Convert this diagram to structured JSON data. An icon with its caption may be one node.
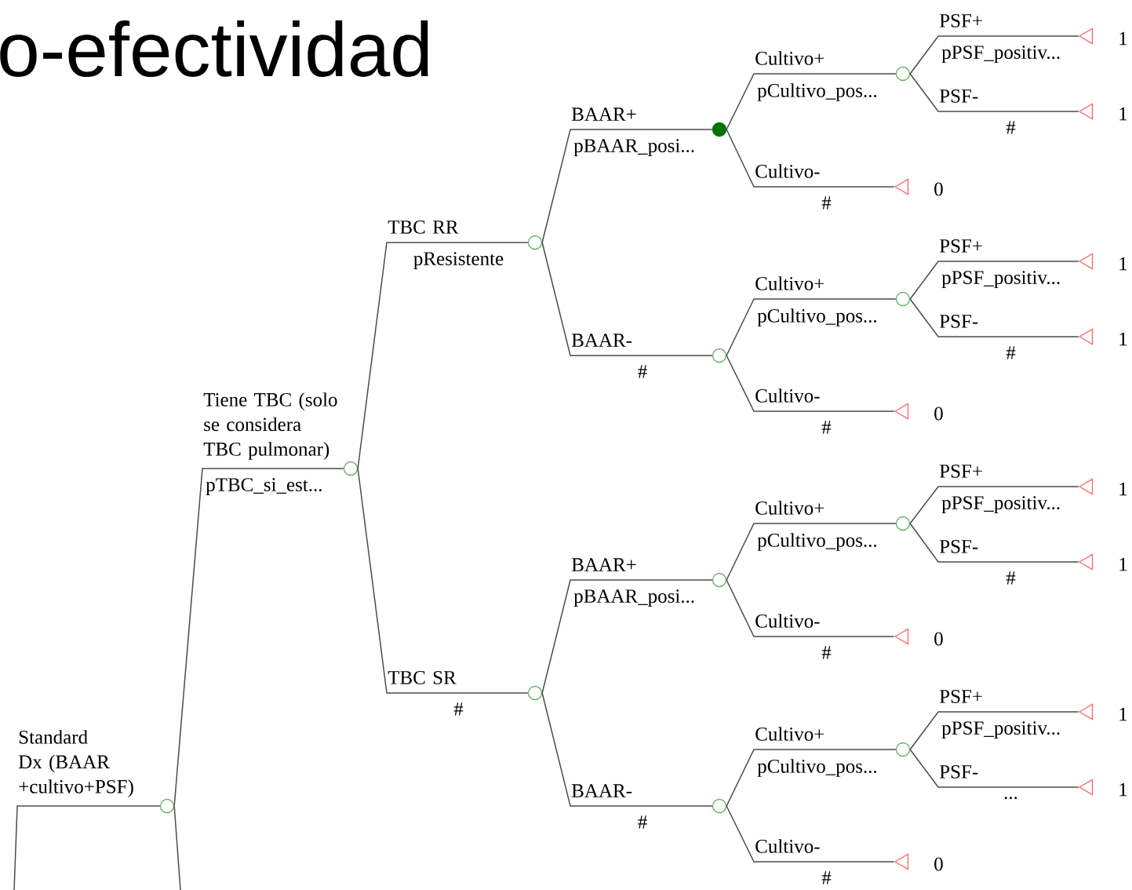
{
  "diagram": {
    "title": "o-efectividad",
    "nodes": [
      {
        "text": [],
        "shape": "circle"
      },
      {
        "text": [],
        "shape": "circle",
        "beside": [
          "pTBC_si_est..."
        ]
      },
      {
        "text": [],
        "shape": "circle",
        "beside": [
          "pResistente"
        ]
      },
      {
        "text": [],
        "shape": "dot",
        "beside": [
          "pBAAR_posi..."
        ]
      },
      {
        "text": [],
        "shape": "circle",
        "beside": [
          "pCultivo_pos..."
        ]
      },
      {
        "text": [],
        "shape": "triangle",
        "beside": [
          "pPSF_positiv...",
          "1"
        ]
      },
      {
        "text": [],
        "shape": "triangle",
        "beside": [
          "#",
          "1"
        ]
      },
      {
        "text": [],
        "shape": "triangle",
        "beside": [
          "#",
          "0"
        ]
      },
      {
        "text": [],
        "shape": "circle",
        "beside": [
          "#"
        ]
      },
      {
        "text": [],
        "shape": "circle",
        "beside": [
          "pCultivo_pos..."
        ]
      },
      {
        "text": [],
        "shape": "triangle",
        "beside": [
          "pPSF_positiv...",
          "1"
        ]
      },
      {
        "text": [],
        "shape": "triangle",
        "beside": [
          "#",
          "1"
        ]
      },
      {
        "text": [],
        "shape": "triangle",
        "beside": [
          "#",
          "0"
        ]
      },
      {
        "text": [],
        "shape": "circle",
        "beside": [
          "#"
        ]
      },
      {
        "text": [],
        "shape": "circle",
        "beside": [
          "pBAAR_posi..."
        ]
      },
      {
        "text": [],
        "shape": "circle",
        "beside": [
          "pCultivo_pos..."
        ]
      },
      {
        "text": [],
        "shape": "triangle",
        "beside": [
          "pPSF_positiv...",
          "1"
        ]
      },
      {
        "text": [],
        "shape": "triangle",
        "beside": [
          "#",
          "1"
        ]
      },
      {
        "text": [],
        "shape": "triangle",
        "beside": [
          "#",
          "0"
        ]
      },
      {
        "text": [],
        "shape": "circle",
        "beside": [
          "#"
        ]
      },
      {
        "text": [],
        "shape": "circle",
        "beside": [
          "pCultivo_pos..."
        ]
      },
      {
        "text": [],
        "shape": "triangle",
        "beside": [
          "pPSF_positiv...",
          "1"
        ]
      },
      {
        "text": [],
        "shape": "triangle",
        "beside": [
          "...",
          "1"
        ]
      },
      {
        "text": [],
        "shape": "triangle",
        "beside": [
          "#",
          "0"
        ]
      }
    ],
    "edges": [
      {
        "from": null,
        "to": 0,
        "arrow": "none",
        "label": "Standard Dx (BAAR +cultivo+PSF)"
      },
      {
        "from": 0,
        "to": null,
        "arrow": "none"
      },
      {
        "from": 0,
        "to": 1,
        "arrow": "none",
        "label": "Tiene TBC (solo se considera TBC pulmonar)"
      },
      {
        "from": 1,
        "to": 2,
        "arrow": "none",
        "label": "TBC RR"
      },
      {
        "from": 2,
        "to": 3,
        "arrow": "none",
        "label": "BAAR+"
      },
      {
        "from": 3,
        "to": 4,
        "arrow": "none",
        "label": "Cultivo+"
      },
      {
        "from": 4,
        "to": 5,
        "arrow": "none",
        "label": "PSF+"
      },
      {
        "from": 4,
        "to": 6,
        "arrow": "none",
        "label": "PSF-"
      },
      {
        "from": 3,
        "to": 7,
        "arrow": "none",
        "label": "Cultivo-"
      },
      {
        "from": 2,
        "to": 8,
        "arrow": "none",
        "label": "BAAR-"
      },
      {
        "from": 8,
        "to": 9,
        "arrow": "none",
        "label": "Cultivo+"
      },
      {
        "from": 9,
        "to": 10,
        "arrow": "none",
        "label": "PSF+"
      },
      {
        "from": 9,
        "to": 11,
        "arrow": "none",
        "label": "PSF-"
      },
      {
        "from": 8,
        "to": 12,
        "arrow": "none",
        "label": "Cultivo-"
      },
      {
        "from": 1,
        "to": 13,
        "arrow": "none",
        "label": "TBC SR"
      },
      {
        "from": 13,
        "to": 14,
        "arrow": "none",
        "label": "BAAR+"
      },
      {
        "from": 14,
        "to": 15,
        "arrow": "none",
        "label": "Cultivo+"
      },
      {
        "from": 15,
        "to": 16,
        "arrow": "none",
        "label": "PSF+"
      },
      {
        "from": 15,
        "to": 17,
        "arrow": "none",
        "label": "PSF-"
      },
      {
        "from": 14,
        "to": 18,
        "arrow": "none",
        "label": "Cultivo-"
      },
      {
        "from": 13,
        "to": 19,
        "arrow": "none",
        "label": "BAAR-"
      },
      {
        "from": 19,
        "to": 20,
        "arrow": "none",
        "label": "Cultivo+"
      },
      {
        "from": 20,
        "to": 21,
        "arrow": "none",
        "label": "PSF+"
      },
      {
        "from": 20,
        "to": 22,
        "arrow": "none",
        "label": "PSF-"
      },
      {
        "from": 19,
        "to": 23,
        "arrow": "none",
        "label": "Cultivo-"
      }
    ]
  }
}
